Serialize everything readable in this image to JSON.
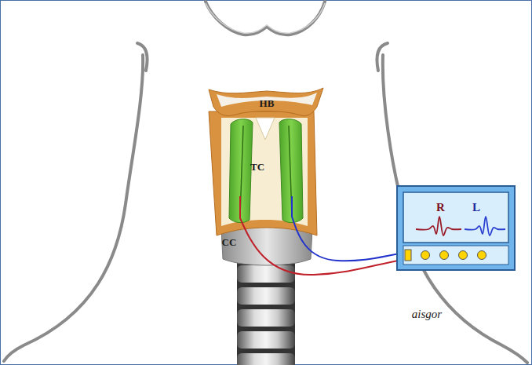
{
  "diagram": {
    "nodes": [
      {
        "text": [
          "R",
          "L"
        ]
      }
    ],
    "edges": [],
    "labels": [
      "HB",
      "TC",
      "CC",
      "aisgor"
    ]
  }
}
